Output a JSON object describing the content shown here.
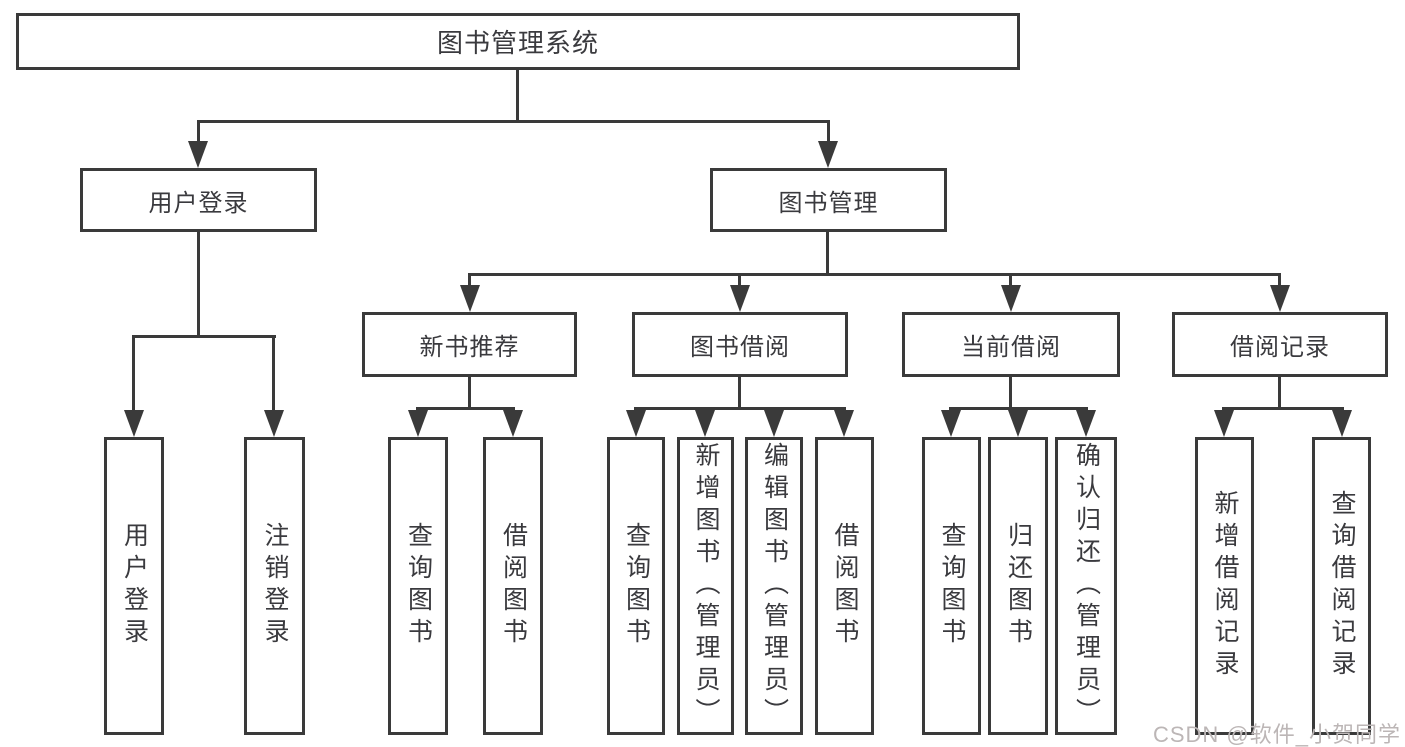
{
  "diagram_type": "hierarchy-chart",
  "colors": {
    "line": "#3a3a3a",
    "box_border": "#3a3a3a",
    "text": "#3a3a3e",
    "background": "#ffffff",
    "watermark": "#bcb6b6"
  },
  "tree": {
    "root": "图书管理系统",
    "branches": [
      {
        "label": "用户登录",
        "children": [
          "用户登录",
          "注销登录"
        ]
      },
      {
        "label": "图书管理",
        "sections": [
          {
            "label": "新书推荐",
            "children": [
              "查询图书",
              "借阅图书"
            ]
          },
          {
            "label": "图书借阅",
            "children": [
              "查询图书",
              "新增图书（管理员）",
              "编辑图书（管理员）",
              "借阅图书"
            ]
          },
          {
            "label": "当前借阅",
            "children": [
              "查询图书",
              "归还图书",
              "确认归还（管理员）"
            ]
          },
          {
            "label": "借阅记录",
            "children": [
              "新增借阅记录",
              "查询借阅记录"
            ]
          }
        ]
      }
    ]
  },
  "watermark": "CSDN @软件_小贺同学"
}
